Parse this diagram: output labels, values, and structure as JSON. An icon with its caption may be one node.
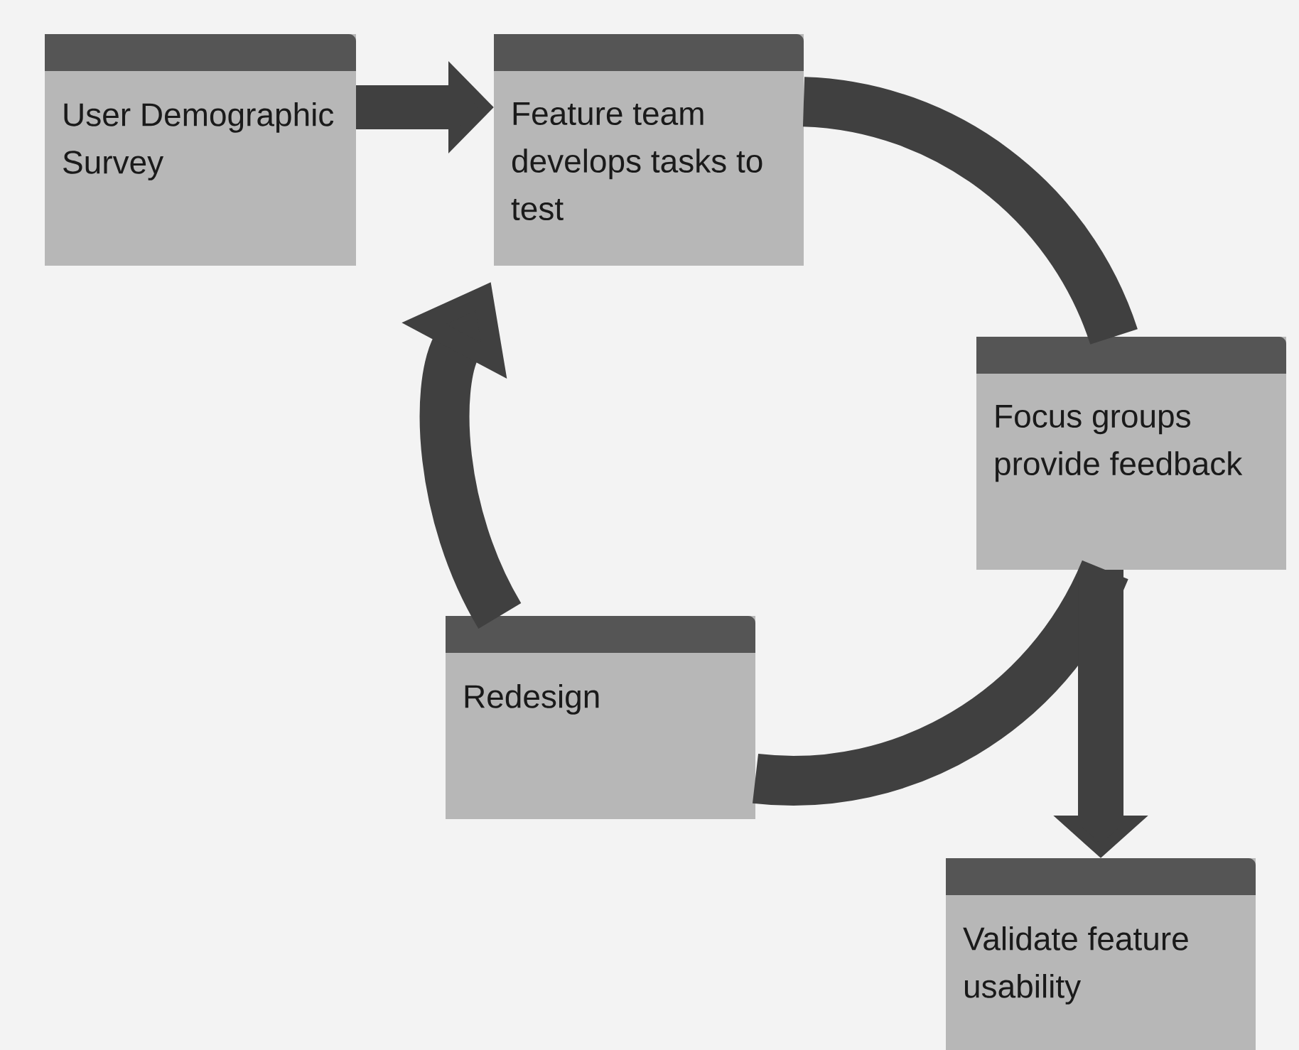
{
  "diagram": {
    "nodes": [
      {
        "text": [
          "User Demographic Survey"
        ]
      },
      {
        "text": [
          "Feature team develops tasks to test"
        ]
      },
      {
        "text": [
          "Focus groups provide feedback"
        ]
      },
      {
        "text": [
          "Redesign"
        ]
      },
      {
        "text": [
          "Validate feature usability"
        ]
      }
    ],
    "edges": [
      {
        "from": 0,
        "to": 1,
        "arrow": "to"
      },
      {
        "from": 1,
        "to": 2,
        "arrow": "none"
      },
      {
        "from": 2,
        "to": 3,
        "arrow": "none"
      },
      {
        "from": 3,
        "to": 1,
        "arrow": "to"
      },
      {
        "from": 2,
        "to": 4,
        "arrow": "to"
      }
    ]
  }
}
